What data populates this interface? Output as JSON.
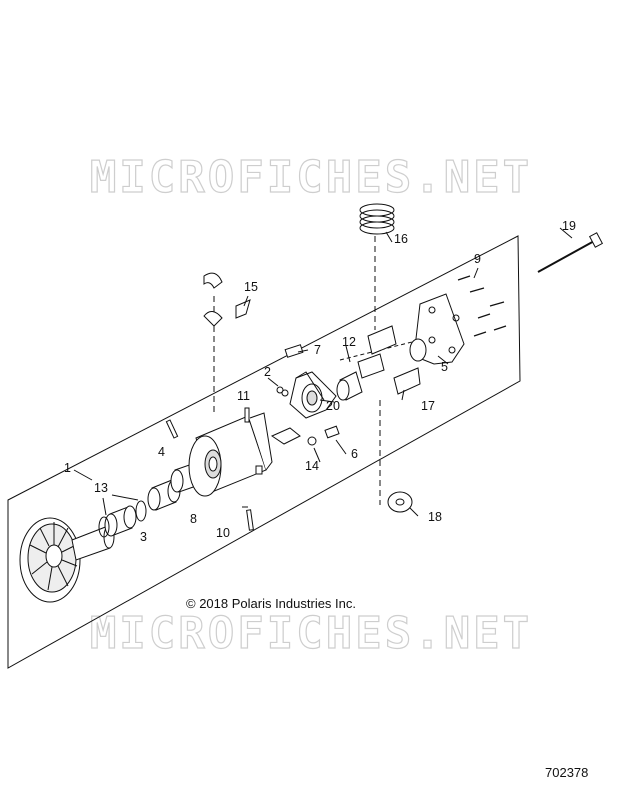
{
  "watermark_text": "MICROFICHES.NET",
  "copyright": "© 2018 Polaris Industries Inc.",
  "document_number": "702378",
  "callouts": {
    "c1": "1",
    "c2": "2",
    "c3": "3",
    "c4": "4",
    "c5": "5",
    "c6": "6",
    "c7": "7",
    "c8": "8",
    "c9": "9",
    "c10": "10",
    "c11": "11",
    "c12": "12",
    "c13": "13",
    "c14": "14",
    "c15": "15",
    "c16": "16",
    "c17": "17",
    "c18": "18",
    "c19": "19",
    "c20": "20"
  }
}
